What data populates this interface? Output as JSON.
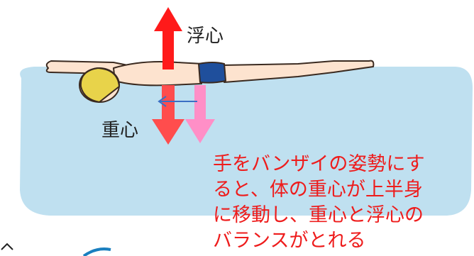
{
  "labels": {
    "buoyancy": "浮心",
    "gravity": "重心"
  },
  "caption": [
    "手をバンザイの姿勢にす",
    "ると、体の重心が上半身",
    "に移動し、重心と浮心の",
    "バランスがとれる"
  ],
  "colors": {
    "water": "#bfe0f0",
    "buoyancy_arrow": "#ff1a1a",
    "gravity_arrow": "#ff4d4d",
    "shifted_gravity_arrow": "#ff8fc7",
    "shift_indicator": "#3b6fc4",
    "caption_text": "#ee1c1c",
    "swim_cap": "#e8d34a",
    "swimsuit": "#1f4f9c",
    "skin": "#fde3cf"
  }
}
